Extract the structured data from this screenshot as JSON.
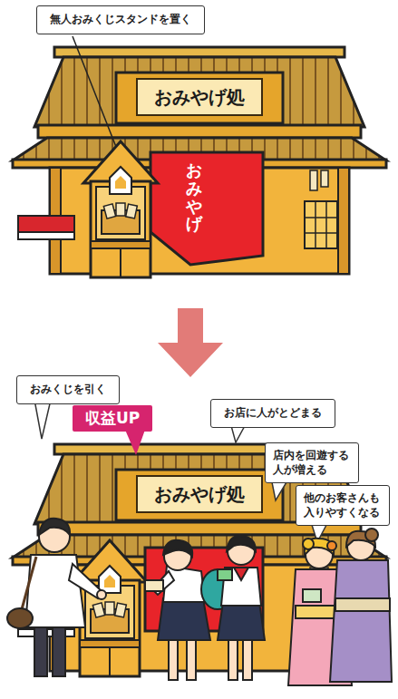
{
  "diagram": {
    "nodes": [
      {
        "text": [
          "無人おみくじスタンドを置く"
        ]
      },
      {
        "text": [
          "おみやげ処"
        ]
      },
      {
        "text": [
          "おみやげ"
        ]
      },
      {
        "text": [
          "おみくじを引く"
        ]
      },
      {
        "text": [
          "収益UP"
        ]
      },
      {
        "text": [
          "お店に人がとどまる"
        ]
      },
      {
        "text": [
          "店内を回遊する 人が増える"
        ]
      },
      {
        "text": [
          "他のお客さんも 入りやすくなる"
        ]
      },
      {
        "text": [
          "おみやげ処"
        ]
      }
    ]
  }
}
